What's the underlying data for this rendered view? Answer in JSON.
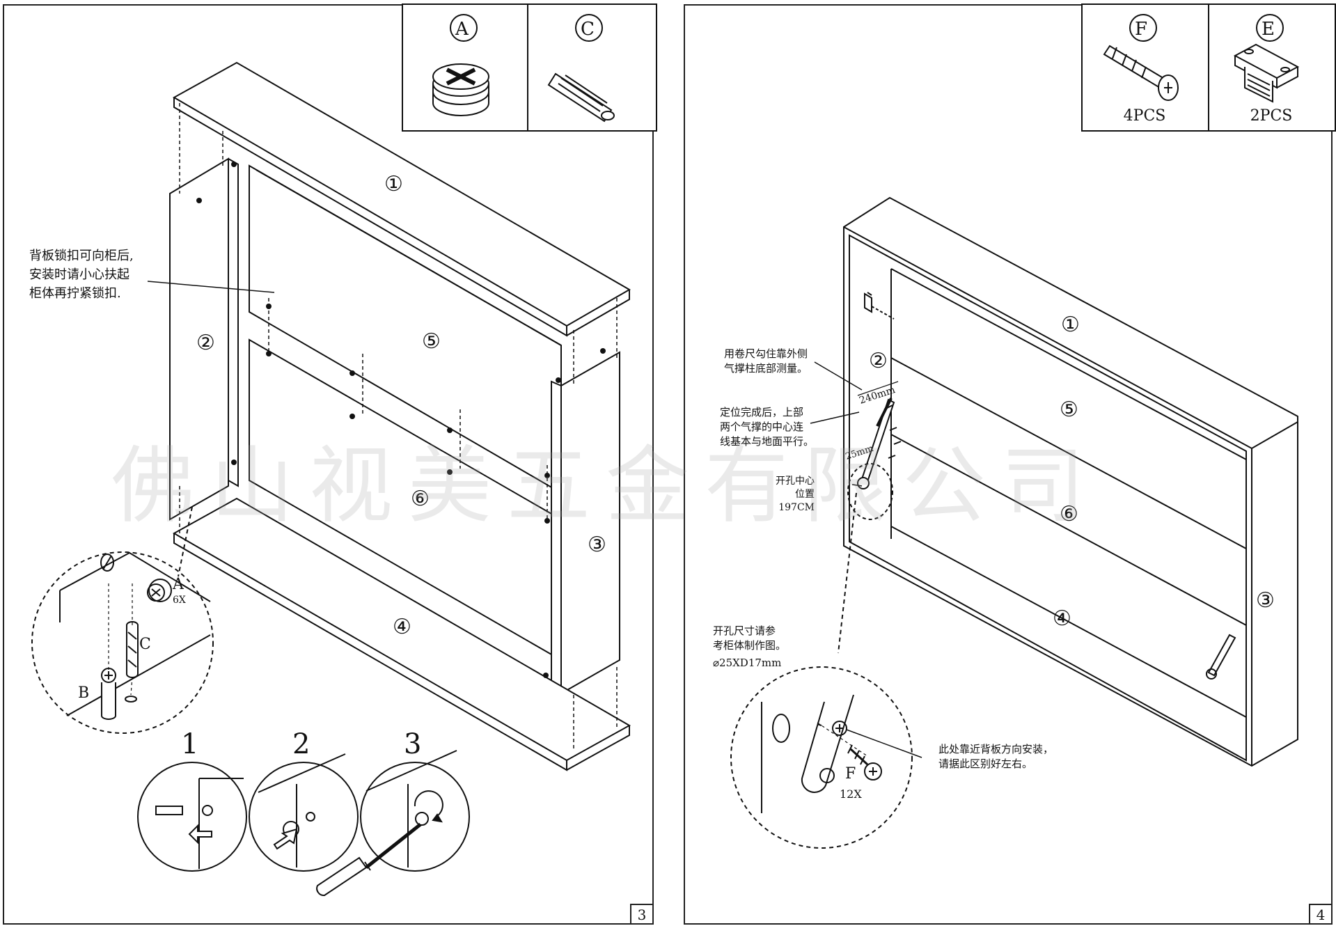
{
  "left_page": {
    "parts": [
      {
        "letter": "A"
      },
      {
        "letter": "C"
      }
    ],
    "panel_labels": [
      "①",
      "②",
      "③",
      "④",
      "⑤",
      "⑥"
    ],
    "note_back_panel": "背板锁扣可向柜后,\n安装时请小心扶起\n柜体再拧紧锁扣.",
    "callout_a": "A",
    "callout_a_qty": "6X",
    "callout_b": "B",
    "callout_c": "C",
    "steps": [
      "1",
      "2",
      "3"
    ],
    "page_number": "3"
  },
  "right_page": {
    "parts": [
      {
        "letter": "F",
        "qty": "4PCS"
      },
      {
        "letter": "E",
        "qty": "2PCS"
      }
    ],
    "panel_labels": [
      "①",
      "②",
      "③",
      "④",
      "⑤",
      "⑥"
    ],
    "note_measure": "用卷尺勾住靠外侧\n气撑柱底部测量。",
    "note_level": "定位完成后，上部\n两个气撑的中心连\n线基本与地面平行。",
    "dim_240": "240mm",
    "dim_25": "25mm",
    "note_hole_center": "开孔中心\n位置\n197CM",
    "note_hole_size": "开孔尺寸请参\n考柜体制作图。",
    "hole_spec": "⌀25XD17mm",
    "note_install": "此处靠近背板方向安装，\n请据此区别好左右。",
    "callout_f": "F",
    "callout_f_qty": "12X",
    "page_number": "4"
  },
  "watermark": "佛山视美五金有限公司"
}
